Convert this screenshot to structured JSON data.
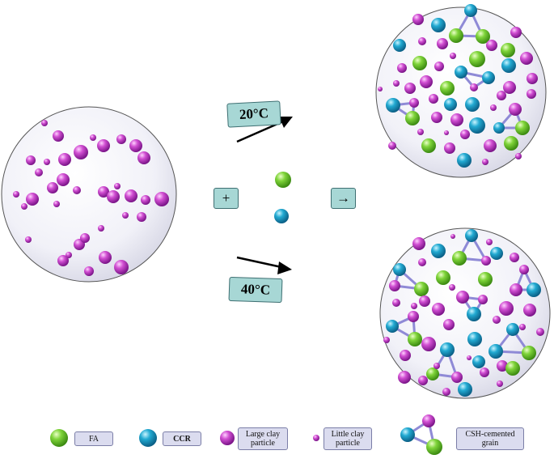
{
  "labels": {
    "temp_top": "20°C",
    "temp_bottom": "40°C",
    "plus": "+",
    "arrow": "→"
  },
  "legend": {
    "fa": "FA",
    "ccr": "CCR",
    "large_clay": "Large clay particle",
    "little_clay": "Little clay particle",
    "csh": "CSH-cemented grain"
  },
  "colors": {
    "fa_green": "#6fcf2f",
    "ccr_blue": "#1aa6cf",
    "clay_magenta": "#c43fc6",
    "bond_purple": "#8f8ad6",
    "label_box": "#a7d7d5",
    "legend_box": "#dbdcef"
  }
}
